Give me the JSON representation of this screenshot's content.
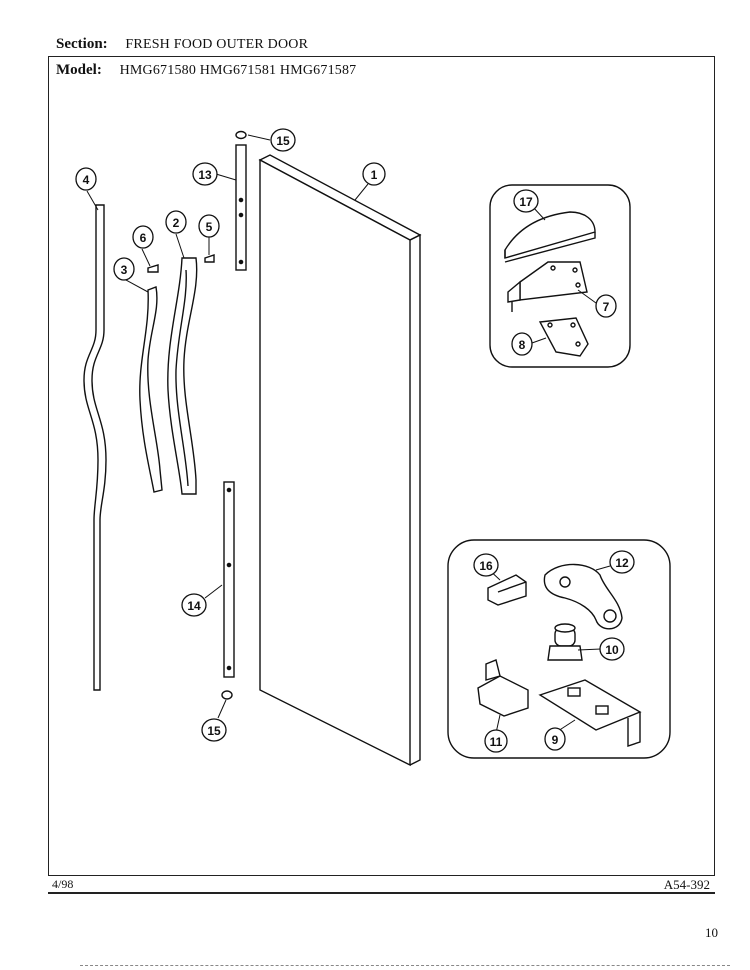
{
  "header": {
    "section_label": "Section:",
    "section_value": "FRESH FOOD OUTER DOOR",
    "model_label": "Model:",
    "model_value": "HMG671580 HMG671581 HMG671587"
  },
  "footer": {
    "date": "4/98",
    "diagram_code": "A54-392",
    "page_number": "10"
  },
  "callouts": {
    "c1": "1",
    "c2": "2",
    "c3": "3",
    "c4": "4",
    "c5": "5",
    "c6": "6",
    "c7": "7",
    "c8": "8",
    "c9": "9",
    "c10": "10",
    "c11": "11",
    "c12": "12",
    "c13": "13",
    "c14": "14",
    "c15a": "15",
    "c15b": "15",
    "c16": "16",
    "c17": "17"
  }
}
